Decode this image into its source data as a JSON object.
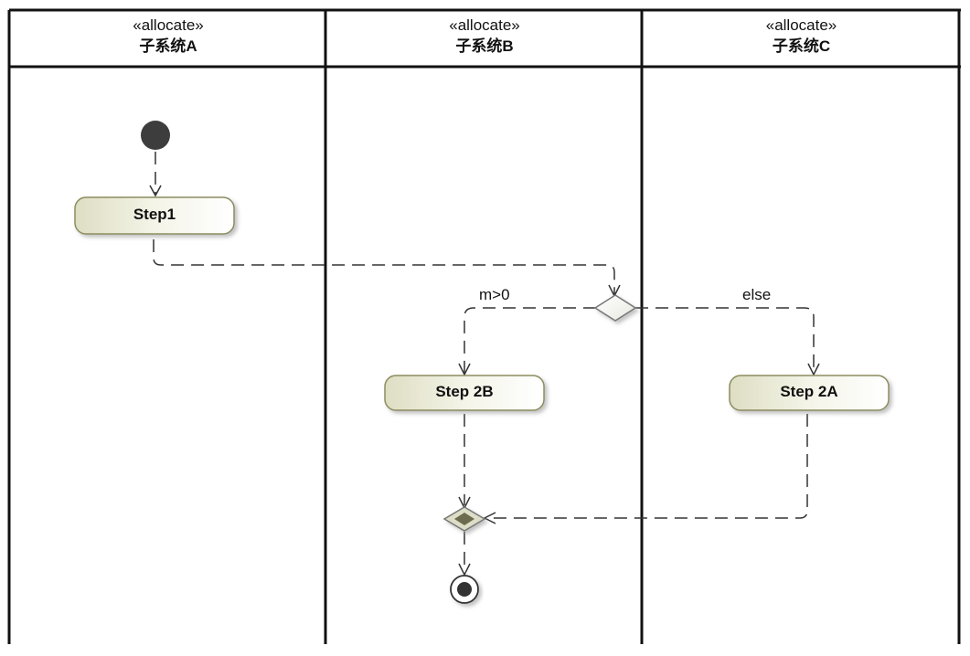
{
  "lanes": [
    {
      "stereotype": "«allocate»",
      "name": "子系统A"
    },
    {
      "stereotype": "«allocate»",
      "name": "子系统B"
    },
    {
      "stereotype": "«allocate»",
      "name": "子系统C"
    }
  ],
  "actions": {
    "step1": "Step1",
    "step2b": "Step 2B",
    "step2a": "Step 2A"
  },
  "guards": {
    "left": "m>0",
    "right": "else"
  },
  "colors": {
    "action_fill_start": "#f6f6ec",
    "action_fill_end": "#dcdcc2",
    "action_border": "#8a8a5a",
    "node_dark": "#3a3a3a",
    "line": "#333333"
  }
}
